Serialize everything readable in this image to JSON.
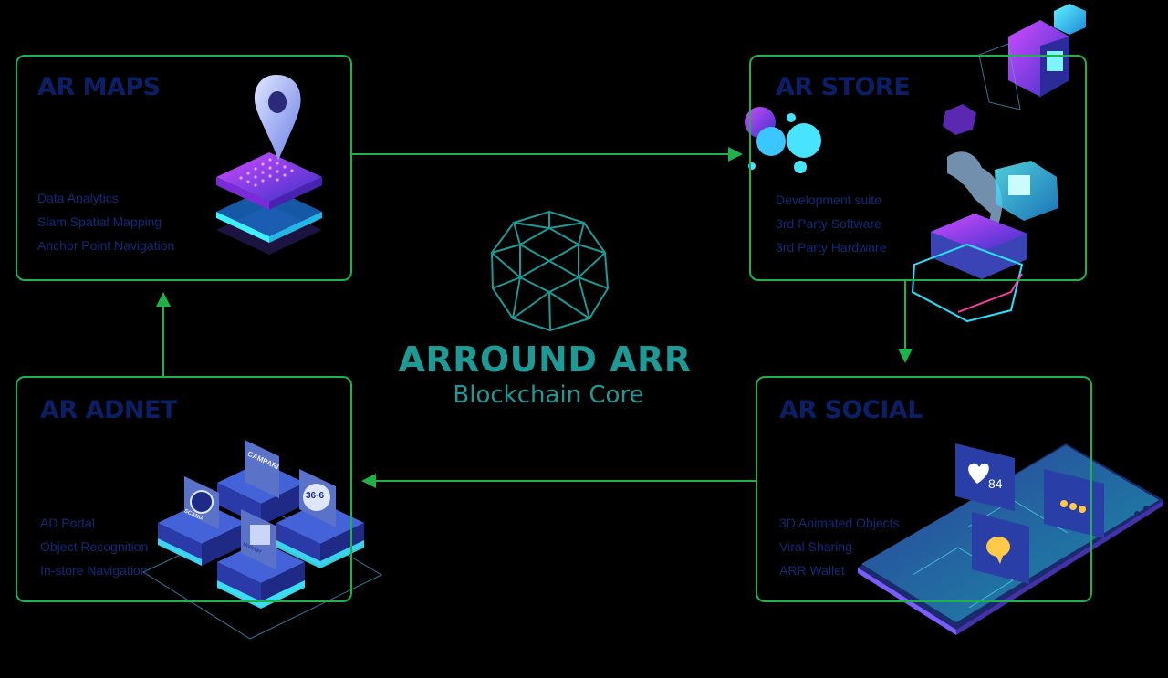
{
  "core": {
    "title": "ARROUND ARR",
    "subtitle": "Blockchain Core"
  },
  "modules": {
    "maps": {
      "title": "AR MAPS",
      "items": [
        "Data Analytics",
        "Slam Spatial Mapping",
        "Anchor Point Navigation"
      ]
    },
    "store": {
      "title": "AR STORE",
      "items": [
        "Development suite",
        "3rd Party Software",
        "3rd Party Hardware"
      ]
    },
    "adnet": {
      "title": "AR ADNET",
      "items": [
        "AD Portal",
        "Object Recognition",
        "In-store Navigation"
      ]
    },
    "social": {
      "title": "AR SOCIAL",
      "items": [
        "3D Animated Objects",
        "Viral Sharing",
        "ARR Wallet"
      ]
    }
  },
  "adnet_logos": [
    "CAMPARI",
    "36·6",
    "SCANIA",
    "Unilever"
  ],
  "social_badges": {
    "likes": "84"
  },
  "colors": {
    "frame": "#1fb24a",
    "core": "#1d9a96",
    "label": "#102a78"
  }
}
